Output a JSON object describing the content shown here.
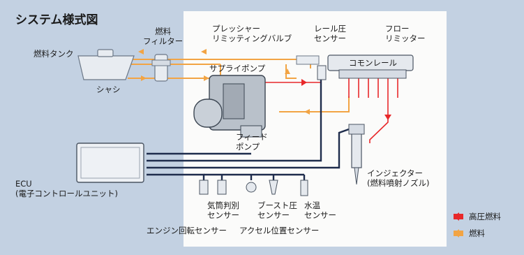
{
  "title": "システム様式図",
  "labels": {
    "fuel_filter": "燃料\nフィルター",
    "fuel_tank": "燃料タンク",
    "chassis": "シャシ",
    "pressure_valve": "プレッシャー\nリミッティングバルブ",
    "rail_sensor": "レール圧\nセンサー",
    "flow_limiter": "フロー\nリミッター",
    "common_rail": "コモンレール",
    "supply_pump": "サプライポンプ",
    "feed_pump": "フィード\nポンプ",
    "ecu": "ECU\n(電子コントロールユニット)",
    "injector": "インジェクター\n(燃料噴射ノズル)",
    "cyl_sensor": "気筒判別\nセンサー",
    "boost_sensor": "ブースト圧\nセンサー",
    "water_sensor": "水温\nセンサー",
    "engine_rpm_sensor": "エンジン回転センサー",
    "accel_sensor": "アクセル位置センサー"
  },
  "legend": {
    "high_pressure": "高圧燃料",
    "fuel": "燃料"
  },
  "colors": {
    "high_pressure": "#e8282a",
    "fuel": "#f2a444",
    "wire": "#1e2c4c"
  }
}
